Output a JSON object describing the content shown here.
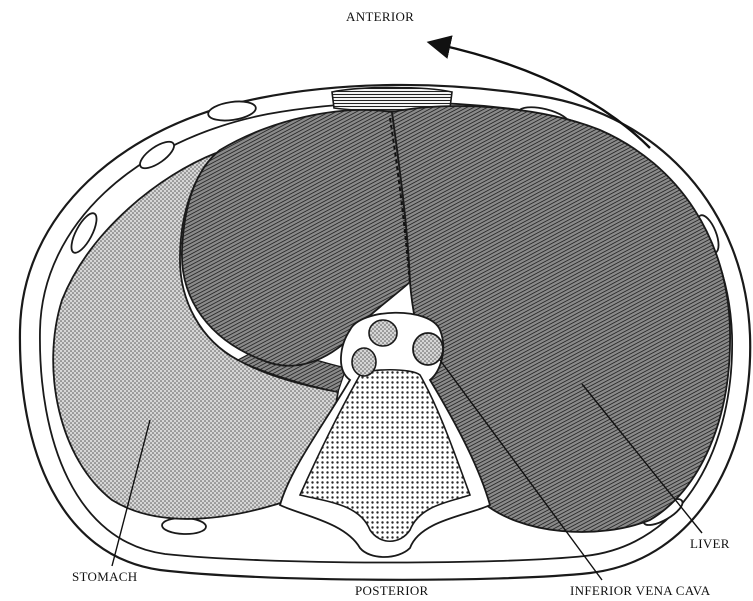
{
  "labels": {
    "anterior": "ANTERIOR",
    "posterior": "POSTERIOR",
    "stomach": "STOMACH",
    "liver": "LIVER",
    "inferior_vena_cava": "INFERIOR VENA CAVA"
  },
  "colors": {
    "background": "#ffffff",
    "ink": "#1a1a1a",
    "liver_hatch": "#2b2b2b",
    "stomach_stipple": "#555555"
  },
  "icons": {
    "arrow": "curved-arrow-icon"
  }
}
